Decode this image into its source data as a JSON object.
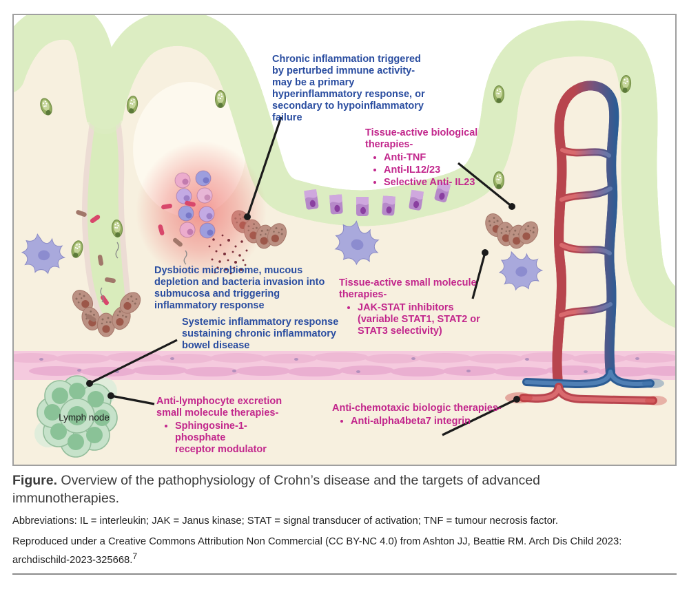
{
  "figure": {
    "annotations": {
      "chronic": {
        "text": "Chronic inflammation triggered by perturbed immune activity- may be a primary hyperinflammatory response, or secondary to hypoinflammatory failure"
      },
      "tissue_biological": {
        "title": "Tissue-active biological therapies-",
        "bullets": [
          "Anti-TNF",
          "Anti-IL12/23",
          "Selective Anti- IL23"
        ]
      },
      "dysbiotic": {
        "text": "Dysbiotic microbiome, mucous depletion and bacteria invasion into submucosa and triggering inflammatory response"
      },
      "tissue_small_molecule": {
        "title": "Tissue-active small molecule therapies-",
        "bullets": [
          "JAK-STAT inhibitors (variable STAT1, STAT2 or STAT3 selectivity)"
        ]
      },
      "systemic": {
        "text": "Systemic inflammatory response sustaining chronic inflammatory bowel disease"
      },
      "anti_lymphocyte": {
        "title": "Anti-lymphocyte excretion small molecule therapies-",
        "bullets": [
          "Sphingosine-1-phosphate receptor modulator"
        ]
      },
      "anti_chemotaxic": {
        "title": "Anti-chemotaxic biologic therapies-",
        "bullets": [
          "Anti-alpha4beta7 integrin"
        ]
      },
      "lymph_node_label": "Lymph node"
    },
    "colors": {
      "label_blue": "#2a4da0",
      "label_magenta": "#c2268c",
      "background_cream": "#f7f0df",
      "mucus_green": "#dcedc2",
      "epithelium_pink": "#ecdcd4",
      "muscle_pink": "#f5cade",
      "artery_red": "#c14a52",
      "vein_blue": "#2f639e",
      "lymph_green": "#8cc39a",
      "inflammation_glow": "#f08080"
    }
  },
  "caption": {
    "label": "Figure.",
    "text": " Overview of the pathophysiology of Crohn’s disease and the targets of advanced immunotherapies."
  },
  "abbreviations": "Abbreviations: IL = interleukin; JAK = Janus kinase; STAT = signal transducer of activation; TNF = tumour necrosis factor.",
  "attribution": {
    "text": "Reproduced under a Creative Commons Attribution Non Commercial (CC BY-NC 4.0) from Ashton JJ, Beattie RM. Arch Dis Child 2023: archdischild-2023-325668.",
    "ref": "7"
  }
}
